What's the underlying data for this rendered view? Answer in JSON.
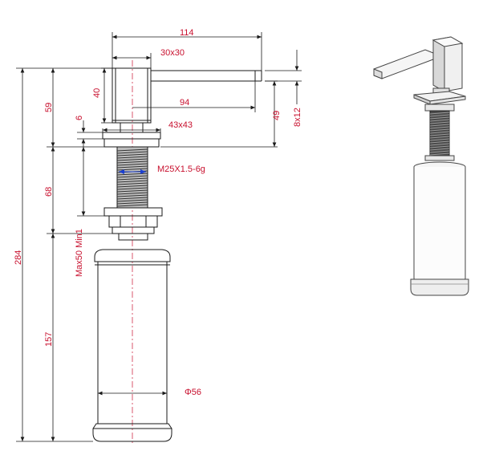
{
  "dimensions": {
    "total_length": "114",
    "head_size": "30x30",
    "head_height": "40",
    "nozzle_length": "94",
    "upper_height": "59",
    "flange_thickness": "6",
    "flange_size": "43x43",
    "nozzle_height": "49",
    "nozzle_section": "8x12",
    "thread_spec": "M25X1.5-6g",
    "thread_length": "68",
    "max_mount": "Max50 Min1",
    "total_height": "284",
    "bottle_height": "157",
    "bottle_diameter": "Φ56"
  },
  "colors": {
    "dimension_text": "#c8102e",
    "lines": "#1a1a1a"
  }
}
